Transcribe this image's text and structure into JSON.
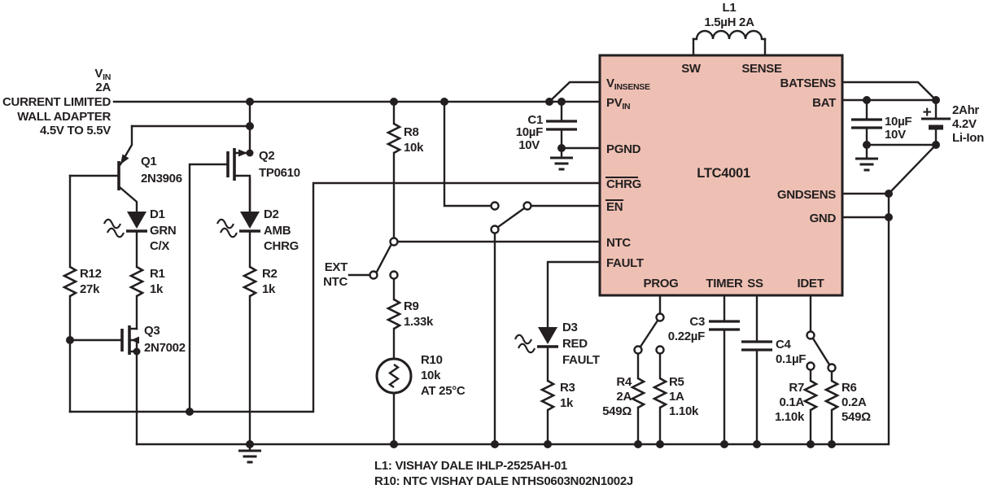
{
  "colors": {
    "ic_fill": "#eec0b3",
    "stroke": "#231f20",
    "background": "#ffffff"
  },
  "input_source": {
    "v": "V",
    "v_sub": "IN",
    "current": "2A",
    "line2": "CURRENT LIMITED",
    "line3": "WALL ADAPTER",
    "line4": "4.5V TO 5.5V"
  },
  "inductor_l1": {
    "ref": "L1",
    "value": "1.5µH 2A"
  },
  "ic": {
    "part": "LTC4001",
    "pin_sw": "SW",
    "pin_sense": "SENSE",
    "pin_vinsense_v": "V",
    "pin_vinsense_sub": "INSENSE",
    "pin_pvin": "PV",
    "pin_pvin_sub": "IN",
    "pin_pgnd": "PGND",
    "pin_chrg": "CHRG",
    "pin_en": "EN",
    "pin_ntc": "NTC",
    "pin_fault": "FAULT",
    "pin_batsens": "BATSENS",
    "pin_bat": "BAT",
    "pin_gndsens": "GNDSENS",
    "pin_gnd": "GND",
    "pin_prog": "PROG",
    "pin_timer": "TIMER",
    "pin_ss": "SS",
    "pin_idet": "IDET"
  },
  "q1": {
    "ref": "Q1",
    "part": "2N3906"
  },
  "q2": {
    "ref": "Q2",
    "part": "TP0610"
  },
  "q3": {
    "ref": "Q3",
    "part": "2N7002"
  },
  "d1": {
    "ref": "D1",
    "color": "GRN",
    "function": "C/X"
  },
  "d2": {
    "ref": "D2",
    "color": "AMB",
    "function": "CHRG"
  },
  "d3": {
    "ref": "D3",
    "color": "RED",
    "function": "FAULT"
  },
  "r1": {
    "ref": "R1",
    "value": "1k"
  },
  "r2": {
    "ref": "R2",
    "value": "1k"
  },
  "r3": {
    "ref": "R3",
    "value": "1k"
  },
  "r4": {
    "ref": "R4",
    "current": "2A",
    "value": "549Ω"
  },
  "r5": {
    "ref": "R5",
    "current": "1A",
    "value": "1.10k"
  },
  "r6": {
    "ref": "R6",
    "current": "0.2A",
    "value": "549Ω"
  },
  "r7": {
    "ref": "R7",
    "current": "0.1A",
    "value": "1.10k"
  },
  "r8": {
    "ref": "R8",
    "value": "10k"
  },
  "r9": {
    "ref": "R9",
    "value": "1.33k"
  },
  "r10": {
    "ref": "R10",
    "value": "10k",
    "condition": "AT 25°C"
  },
  "r12": {
    "ref": "R12",
    "value": "27k"
  },
  "c1": {
    "ref": "C1",
    "value": "10µF",
    "voltage": "10V"
  },
  "c3": {
    "ref": "C3",
    "value": "0.22µF"
  },
  "c4": {
    "ref": "C4",
    "value": "0.1µF"
  },
  "battery_cap": {
    "value": "10µF",
    "voltage": "10V"
  },
  "battery": {
    "plus": "+",
    "capacity": "2Ahr",
    "voltage": "4.2V",
    "chemistry": "Li-Ion"
  },
  "ext_ntc": {
    "line1": "EXT",
    "line2": "NTC"
  },
  "notes": {
    "l1": "L1: VISHAY DALE IHLP-2525AH-01",
    "r10": "R10: NTC VISHAY DALE NTHS0603N02N1002J"
  }
}
